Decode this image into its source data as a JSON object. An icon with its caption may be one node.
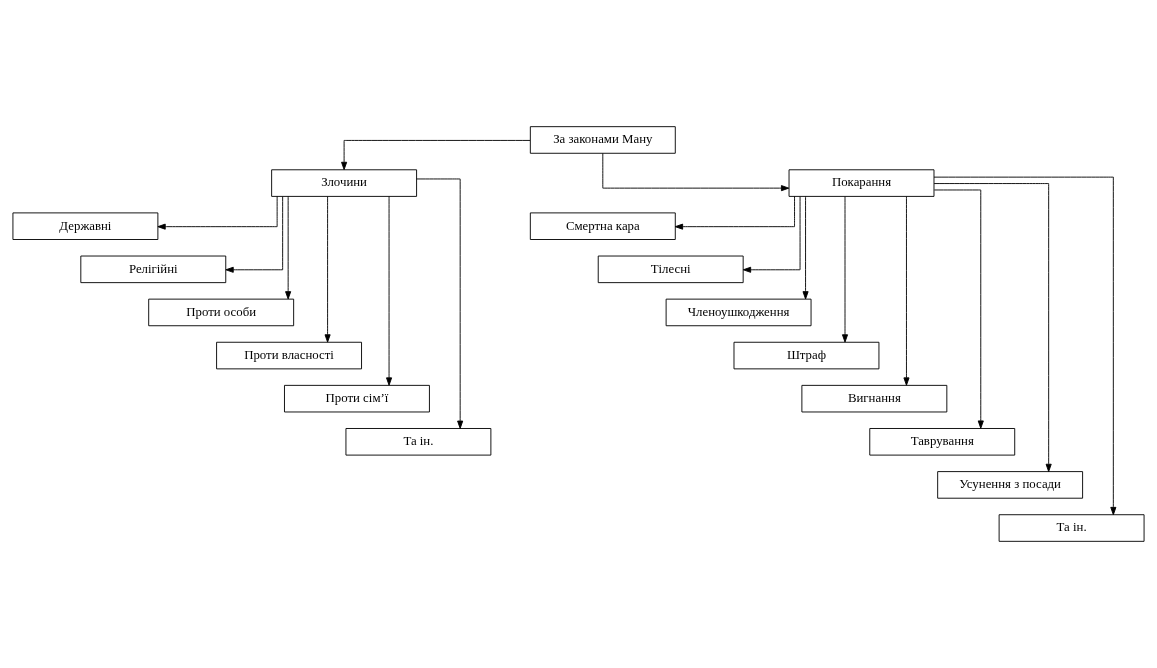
{
  "diagram": {
    "nodes": [
      {
        "text": [
          "За законами Ману"
        ]
      },
      {
        "text": [
          "Злочини"
        ]
      },
      {
        "text": [
          "Покарання"
        ]
      },
      {
        "text": [
          "Державні"
        ]
      },
      {
        "text": [
          "Релігійні"
        ]
      },
      {
        "text": [
          "Проти особи"
        ]
      },
      {
        "text": [
          "Проти власності"
        ]
      },
      {
        "text": [
          "Проти сім’ї"
        ]
      },
      {
        "text": [
          "Та ін."
        ]
      },
      {
        "text": [
          "Смертна кара"
        ]
      },
      {
        "text": [
          "Тілесні"
        ]
      },
      {
        "text": [
          "Членоушкодження"
        ]
      },
      {
        "text": [
          "Штраф"
        ]
      },
      {
        "text": [
          "Вигнання"
        ]
      },
      {
        "text": [
          "Таврування"
        ]
      },
      {
        "text": [
          "Усунення з посади"
        ]
      },
      {
        "text": [
          "Та ін."
        ]
      }
    ],
    "edges": [
      {
        "from": 0,
        "to": 1,
        "arrow": "to"
      },
      {
        "from": 0,
        "to": 2,
        "arrow": "to"
      },
      {
        "from": 1,
        "to": 3,
        "arrow": "to"
      },
      {
        "from": 1,
        "to": 4,
        "arrow": "to"
      },
      {
        "from": 1,
        "to": 5,
        "arrow": "to"
      },
      {
        "from": 1,
        "to": 6,
        "arrow": "to"
      },
      {
        "from": 1,
        "to": 7,
        "arrow": "to"
      },
      {
        "from": 1,
        "to": 8,
        "arrow": "to"
      },
      {
        "from": 2,
        "to": 9,
        "arrow": "to"
      },
      {
        "from": 2,
        "to": 10,
        "arrow": "to"
      },
      {
        "from": 2,
        "to": 11,
        "arrow": "to"
      },
      {
        "from": 2,
        "to": 12,
        "arrow": "to"
      },
      {
        "from": 2,
        "to": 13,
        "arrow": "to"
      },
      {
        "from": 2,
        "to": 14,
        "arrow": "to"
      },
      {
        "from": 2,
        "to": 15,
        "arrow": "to"
      },
      {
        "from": 2,
        "to": 16,
        "arrow": "to"
      }
    ]
  }
}
